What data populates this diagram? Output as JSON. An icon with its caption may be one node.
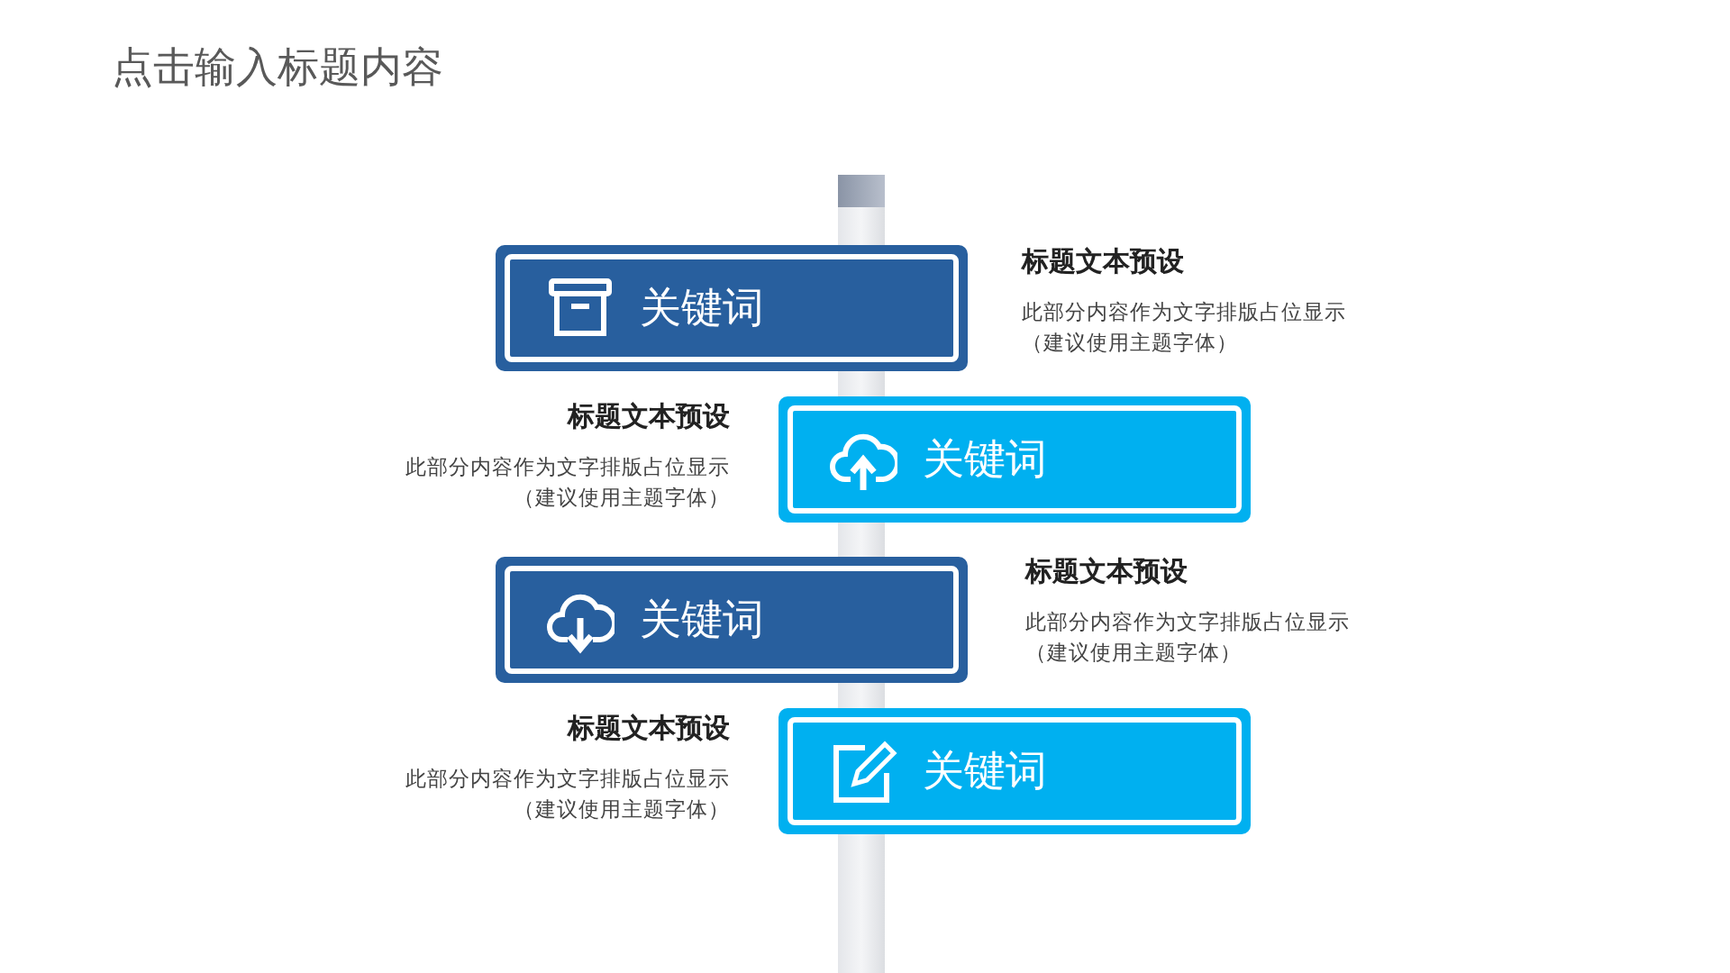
{
  "diagram": {
    "title": "点击输入标题内容",
    "nodes": [
      {
        "text": [
          "关键词"
        ],
        "beside": [
          "标题文本预设",
          "此部分内容作为文字排版占位显示（建议使用主题字体）"
        ]
      },
      {
        "text": [
          "关键词"
        ],
        "beside": [
          "标题文本预设",
          "此部分内容作为文字排版占位显示（建议使用主题字体）"
        ]
      },
      {
        "text": [
          "关键词"
        ],
        "beside": [
          "标题文本预设",
          "此部分内容作为文字排版占位显示（建议使用主题字体）"
        ]
      },
      {
        "text": [
          "关键词"
        ],
        "beside": [
          "标题文本预设",
          "此部分内容作为文字排版占位显示（建议使用主题字体）"
        ]
      }
    ],
    "edges": []
  }
}
